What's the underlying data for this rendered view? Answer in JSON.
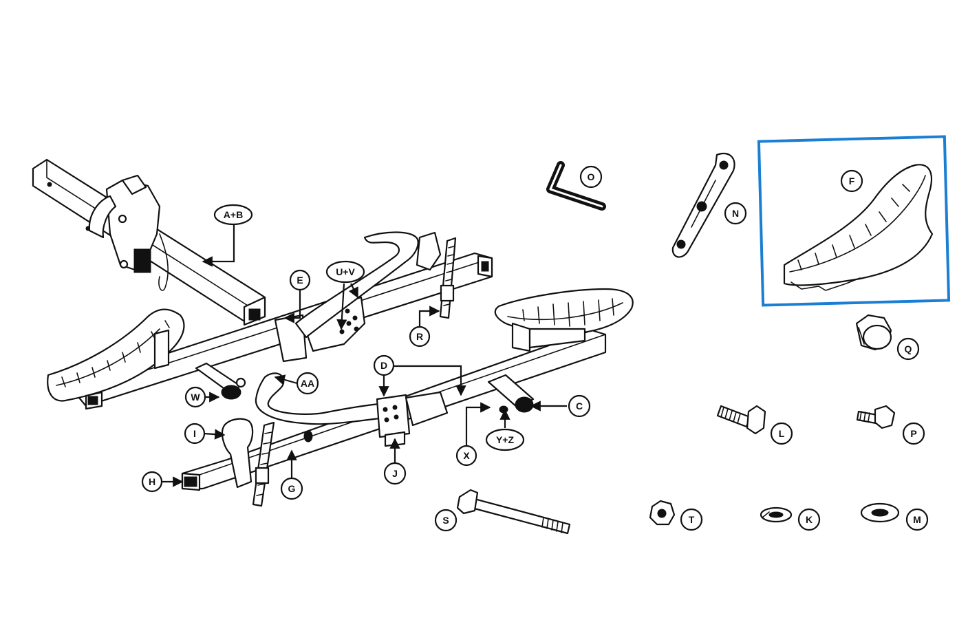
{
  "diagram": {
    "highlight_color": "#1a7fd4",
    "highlighted_part": "F",
    "callouts": {
      "AB": "A+B",
      "E": "E",
      "UV": "U+V",
      "R": "R",
      "W": "W",
      "AA": "AA",
      "D": "D",
      "C": "C",
      "I": "I",
      "X": "X",
      "YZ": "Y+Z",
      "H": "H",
      "G": "G",
      "J": "J",
      "S": "S",
      "O": "O",
      "N": "N",
      "F": "F",
      "Q": "Q",
      "L": "L",
      "P": "P",
      "T": "T",
      "K": "K",
      "M": "M"
    }
  }
}
